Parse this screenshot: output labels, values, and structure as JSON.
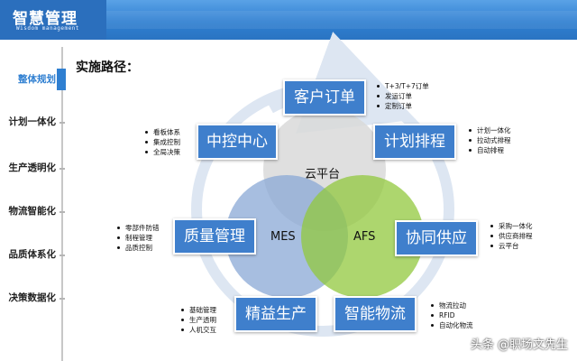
{
  "header": {
    "title": "智慧管理",
    "subtitle": "Wisdom management"
  },
  "sidebar": {
    "items": [
      {
        "label": "整体规划",
        "active": true
      },
      {
        "label": "计划一体化",
        "active": false
      },
      {
        "label": "生产透明化",
        "active": false
      },
      {
        "label": "物流智能化",
        "active": false
      },
      {
        "label": "品质体系化",
        "active": false
      },
      {
        "label": "决策数据化",
        "active": false
      }
    ]
  },
  "main": {
    "section_title": "实施路径：",
    "venn": {
      "top": "云平台",
      "left": "MES",
      "right": "AFS"
    },
    "nodes": {
      "customer_order": "客户订单",
      "planning": "计划排程",
      "collaboration": "协同供应",
      "logistics": "智能物流",
      "lean": "精益生产",
      "quality": "质量管理",
      "control": "中控中心"
    },
    "bullets": {
      "customer_order": [
        "T+3/T+7订单",
        "发运订单",
        "定制订单"
      ],
      "planning": [
        "计划一体化",
        "拉动式排程",
        "自动排程"
      ],
      "collaboration": [
        "采购一体化",
        "供应商排程",
        "云平台"
      ],
      "logistics": [
        "物流拉动",
        "RFID",
        "自动化物流"
      ],
      "lean": [
        "基础管理",
        "生产透明",
        "人机交互"
      ],
      "quality": [
        "零部件防错",
        "制程管理",
        "品质控制"
      ],
      "control": [
        "看板体系",
        "集成控制",
        "全局决策"
      ]
    },
    "colors": {
      "node_fill": "#3f7fcc",
      "venn_top": "#d9d9d9",
      "venn_left": "#8aa8d6",
      "venn_right": "#92c83e",
      "ring": "#dde6f2"
    }
  },
  "watermark": "头条 @职场文先生"
}
